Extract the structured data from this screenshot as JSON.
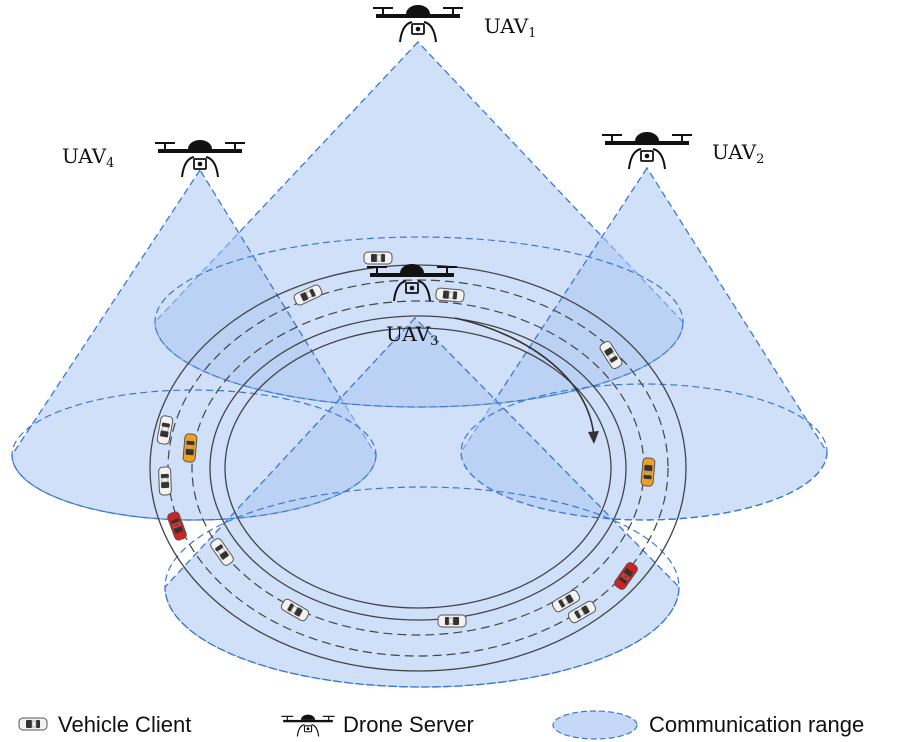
{
  "uavs": [
    {
      "id": "uav1",
      "name": "UAV",
      "sub": "1"
    },
    {
      "id": "uav2",
      "name": "UAV",
      "sub": "2"
    },
    {
      "id": "uav3",
      "name": "UAV",
      "sub": "3"
    },
    {
      "id": "uav4",
      "name": "UAV",
      "sub": "4"
    }
  ],
  "legend": {
    "vehicle": "Vehicle Client",
    "drone": "Drone Server",
    "range": "Communication range"
  },
  "colors": {
    "cone_fill": "#c6d8f7",
    "cone_stroke": "#3a78d4",
    "road_line": "#444444",
    "car_white": "#f2f2f2",
    "car_yellow": "#f0a020",
    "car_red": "#d42020",
    "drone": "#111111"
  }
}
